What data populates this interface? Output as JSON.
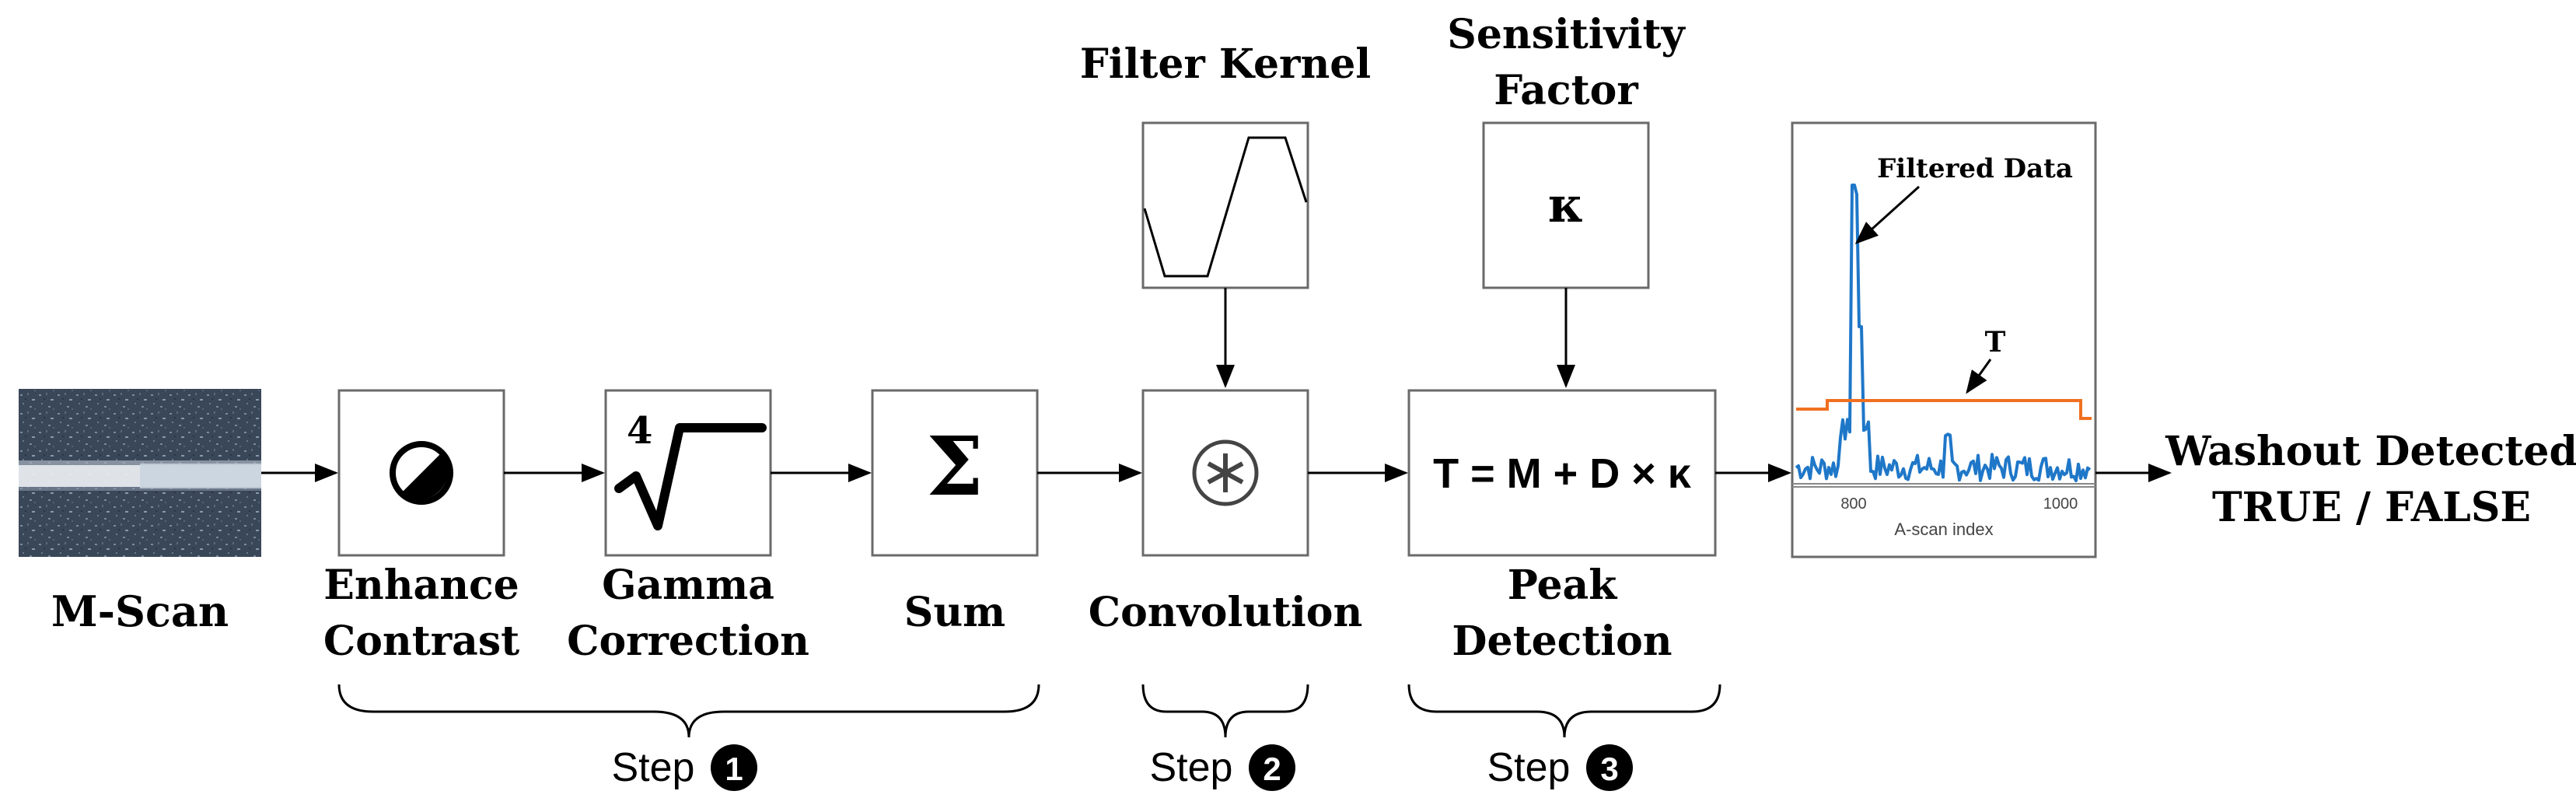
{
  "input": {
    "label": "M-Scan"
  },
  "blocks": [
    {
      "id": "enhance",
      "label_lines": [
        "Enhance",
        "Contrast"
      ],
      "icon": "contrast-icon"
    },
    {
      "id": "gamma",
      "label_lines": [
        "Gamma",
        "Correction"
      ],
      "icon": "fourth-root-icon",
      "root_index": "4"
    },
    {
      "id": "sum",
      "label_lines": [
        "Sum"
      ],
      "icon": "sigma-icon",
      "symbol": "Σ"
    },
    {
      "id": "convolution",
      "label_lines": [
        "Convolution"
      ],
      "icon": "convolution-icon",
      "symbol": "⊛"
    },
    {
      "id": "peak",
      "label_lines": [
        "Peak",
        "Detection"
      ],
      "formula": "T = M + D × κ"
    }
  ],
  "filter_kernel": {
    "title": "Filter Kernel",
    "icon": "filter-kernel-waveform-icon"
  },
  "sensitivity": {
    "title_lines": [
      "Sensitivity",
      "Factor"
    ],
    "symbol": "κ"
  },
  "output_plot": {
    "annotation_data": "Filtered Data",
    "annotation_threshold": "T",
    "x_label": "A-scan index",
    "x_ticks": [
      "800",
      "1000"
    ],
    "colors": {
      "data": "#1f77c8",
      "threshold": "#f07020"
    }
  },
  "output": {
    "line1": "Washout Detected",
    "line2": "TRUE / FALSE"
  },
  "steps": [
    {
      "label": "Step",
      "number": "1"
    },
    {
      "label": "Step",
      "number": "2"
    },
    {
      "label": "Step",
      "number": "3"
    }
  ]
}
